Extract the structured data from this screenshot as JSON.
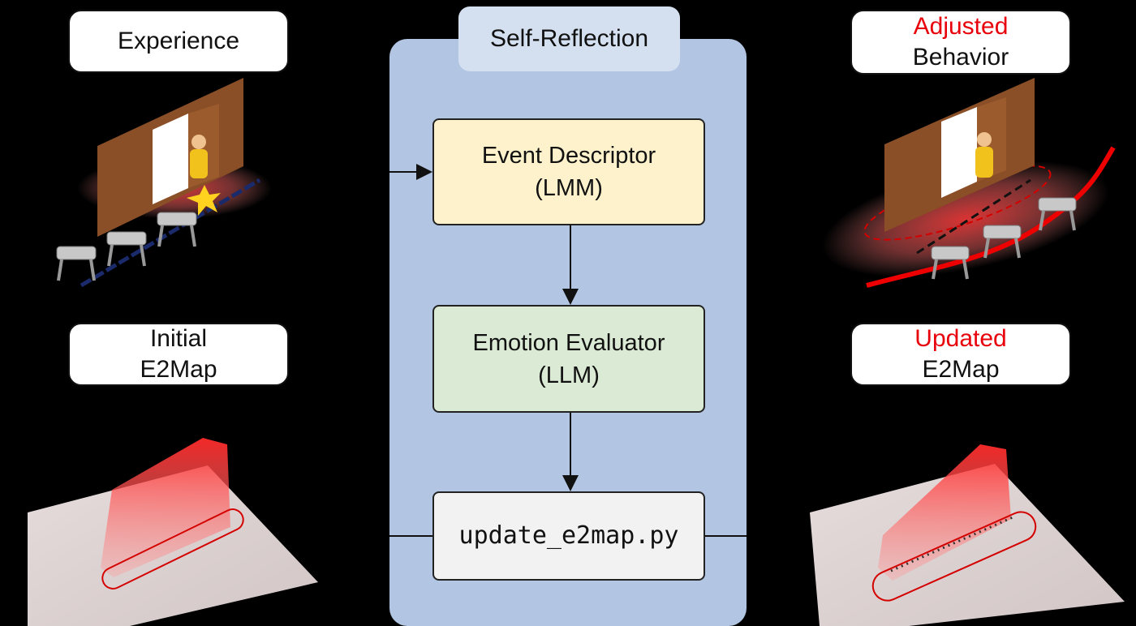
{
  "left": {
    "experience_label": "Experience",
    "initial_map_label_line1": "Initial",
    "initial_map_label_line2": "E2Map"
  },
  "center": {
    "panel_title": "Self-Reflection",
    "event_descriptor_line1": "Event Descriptor",
    "event_descriptor_line2": "(LMM)",
    "emotion_evaluator_line1": "Emotion Evaluator",
    "emotion_evaluator_line2": "(LLM)",
    "script_name": "update_e2map.py"
  },
  "right": {
    "adjusted_label_line1": "Adjusted",
    "adjusted_label_line2": "Behavior",
    "updated_map_label_line1": "Updated",
    "updated_map_label_line2": "E2Map"
  },
  "colors": {
    "highlight_red": "#e8000b",
    "panel_blue": "#b2c6e3",
    "event_box": "#fdf2cc",
    "emotion_box": "#dbead4"
  }
}
